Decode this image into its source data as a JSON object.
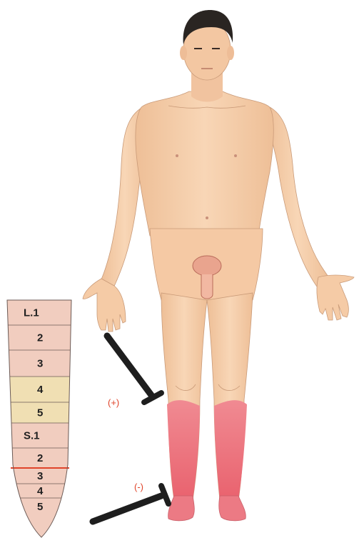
{
  "spine_segments": [
    {
      "label": "L.1",
      "color": "#f1cdbf"
    },
    {
      "label": "2",
      "color": "#f1cdbf"
    },
    {
      "label": "3",
      "color": "#f1cdbf"
    },
    {
      "label": "4",
      "color": "#f0dfb3"
    },
    {
      "label": "5",
      "color": "#f0dfb3"
    },
    {
      "label": "S.1",
      "color": "#f1cdbf"
    },
    {
      "label": "2",
      "color": "#f1cdbf"
    },
    {
      "label": "3",
      "color": "#f1cdbf"
    },
    {
      "label": "4",
      "color": "#f1cdbf"
    },
    {
      "label": "5",
      "color": "#f1cdbf"
    }
  ],
  "reflex_labels": {
    "knee": "(+)",
    "ankle": "(-)"
  },
  "colors": {
    "skin": "#f6cda8",
    "skin_shadow": "#e8b48a",
    "affected_area": "#ec6f7a",
    "hair": "#2a2522",
    "label_red": "#e0442a",
    "hammer": "#1e1e1e"
  }
}
